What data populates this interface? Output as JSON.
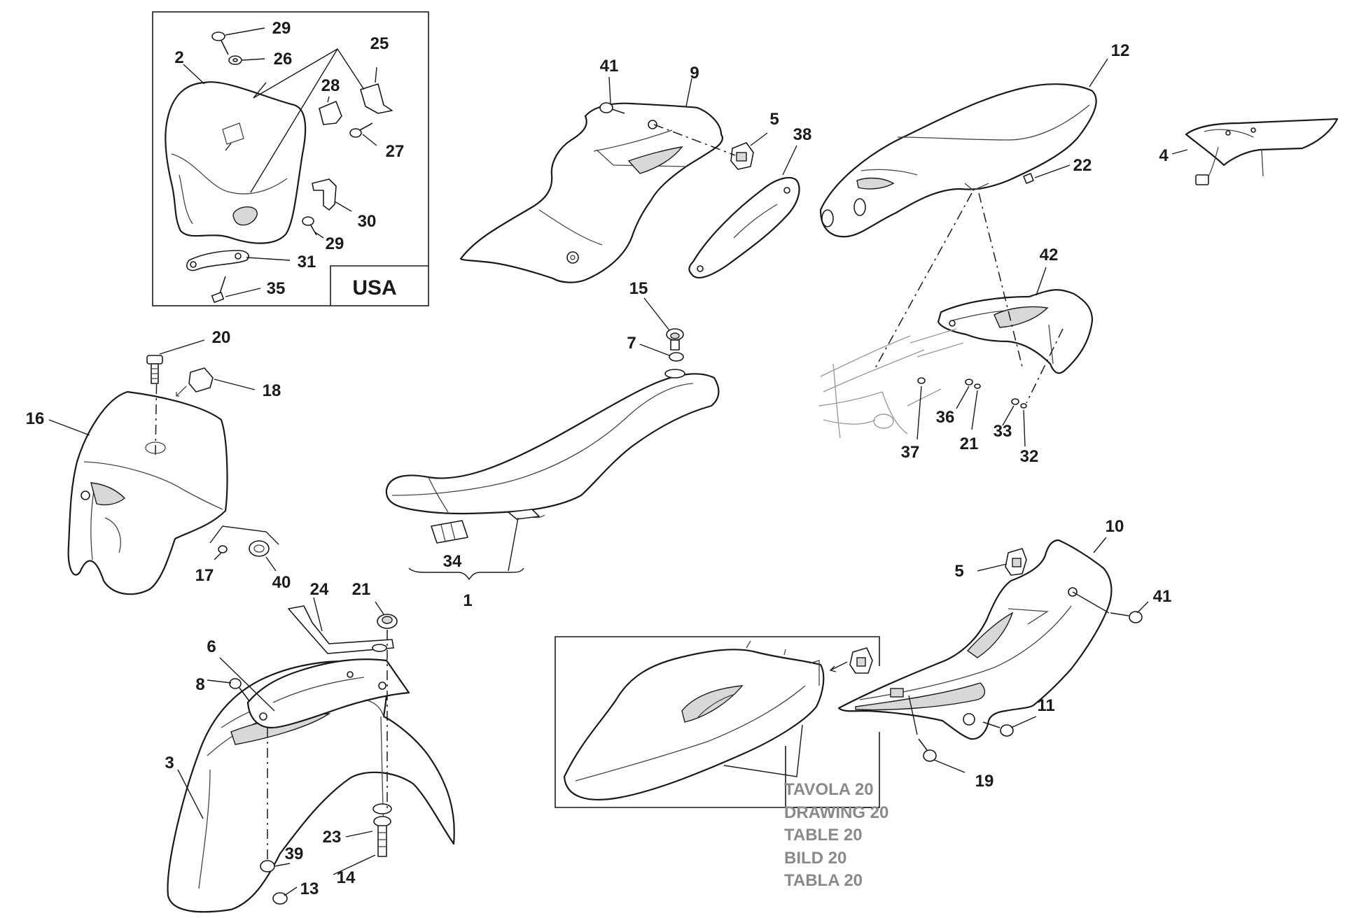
{
  "inset_label": "USA",
  "reference_lines": [
    "TAVOLA 20",
    "DRAWING 20",
    "TABLE 20",
    "BILD 20",
    "TABLA 20"
  ],
  "callouts": {
    "c1": "1",
    "c2": "2",
    "c3": "3",
    "c4": "4",
    "c5a": "5",
    "c5b": "5",
    "c6": "6",
    "c7": "7",
    "c8": "8",
    "c9": "9",
    "c10": "10",
    "c11": "11",
    "c12": "12",
    "c13": "13",
    "c14": "14",
    "c15": "15",
    "c16": "16",
    "c17": "17",
    "c18": "18",
    "c19": "19",
    "c20": "20",
    "c21a": "21",
    "c21b": "21",
    "c22": "22",
    "c23": "23",
    "c24": "24",
    "c25": "25",
    "c26": "26",
    "c27": "27",
    "c28": "28",
    "c29a": "29",
    "c29b": "29",
    "c30": "30",
    "c31": "31",
    "c32": "32",
    "c33": "33",
    "c34": "34",
    "c35": "35",
    "c36": "36",
    "c37": "37",
    "c38": "38",
    "c39": "39",
    "c40": "40",
    "c41a": "41",
    "c41b": "41",
    "c42": "42"
  }
}
